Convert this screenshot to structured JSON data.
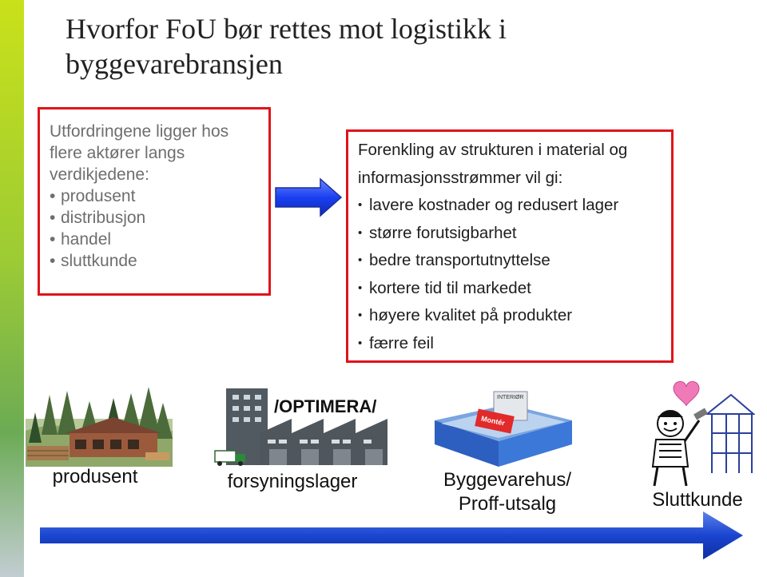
{
  "slide": {
    "title": "Hvorfor FoU bør rettes mot logistikk i byggevarebransjen"
  },
  "left_box": {
    "intro": "Utfordringene ligger hos flere aktører langs verdikjedene:",
    "items": [
      "produsent",
      "distribusjon",
      "handel",
      "sluttkunde"
    ]
  },
  "right_box": {
    "intro": "Forenkling av strukturen i material og informasjonsstrømmer vil gi:",
    "items": [
      "lavere kostnader og redusert lager",
      "større forutsigbarhet",
      "bedre transportutnyttelse",
      "kortere tid til markedet",
      "høyere kvalitet på produkter",
      "færre feil"
    ]
  },
  "chain": {
    "stages": [
      {
        "label": "produsent",
        "icon": "sawmill-icon"
      },
      {
        "label": "forsyningslager",
        "icon": "warehouse-icon"
      },
      {
        "label": "Byggevarehus/ Proff-utsalg",
        "icon": "store-icon"
      },
      {
        "label": "Sluttkunde",
        "icon": "builder-icon"
      }
    ],
    "logo_text": "/OPTIMERA/",
    "store_sign": "Montér",
    "store_top_sign": "INTERIØR"
  },
  "colors": {
    "box_border": "#e0131a",
    "arrow_blue": "#1a3ff0",
    "flow_arrow": "#2a56c8"
  }
}
